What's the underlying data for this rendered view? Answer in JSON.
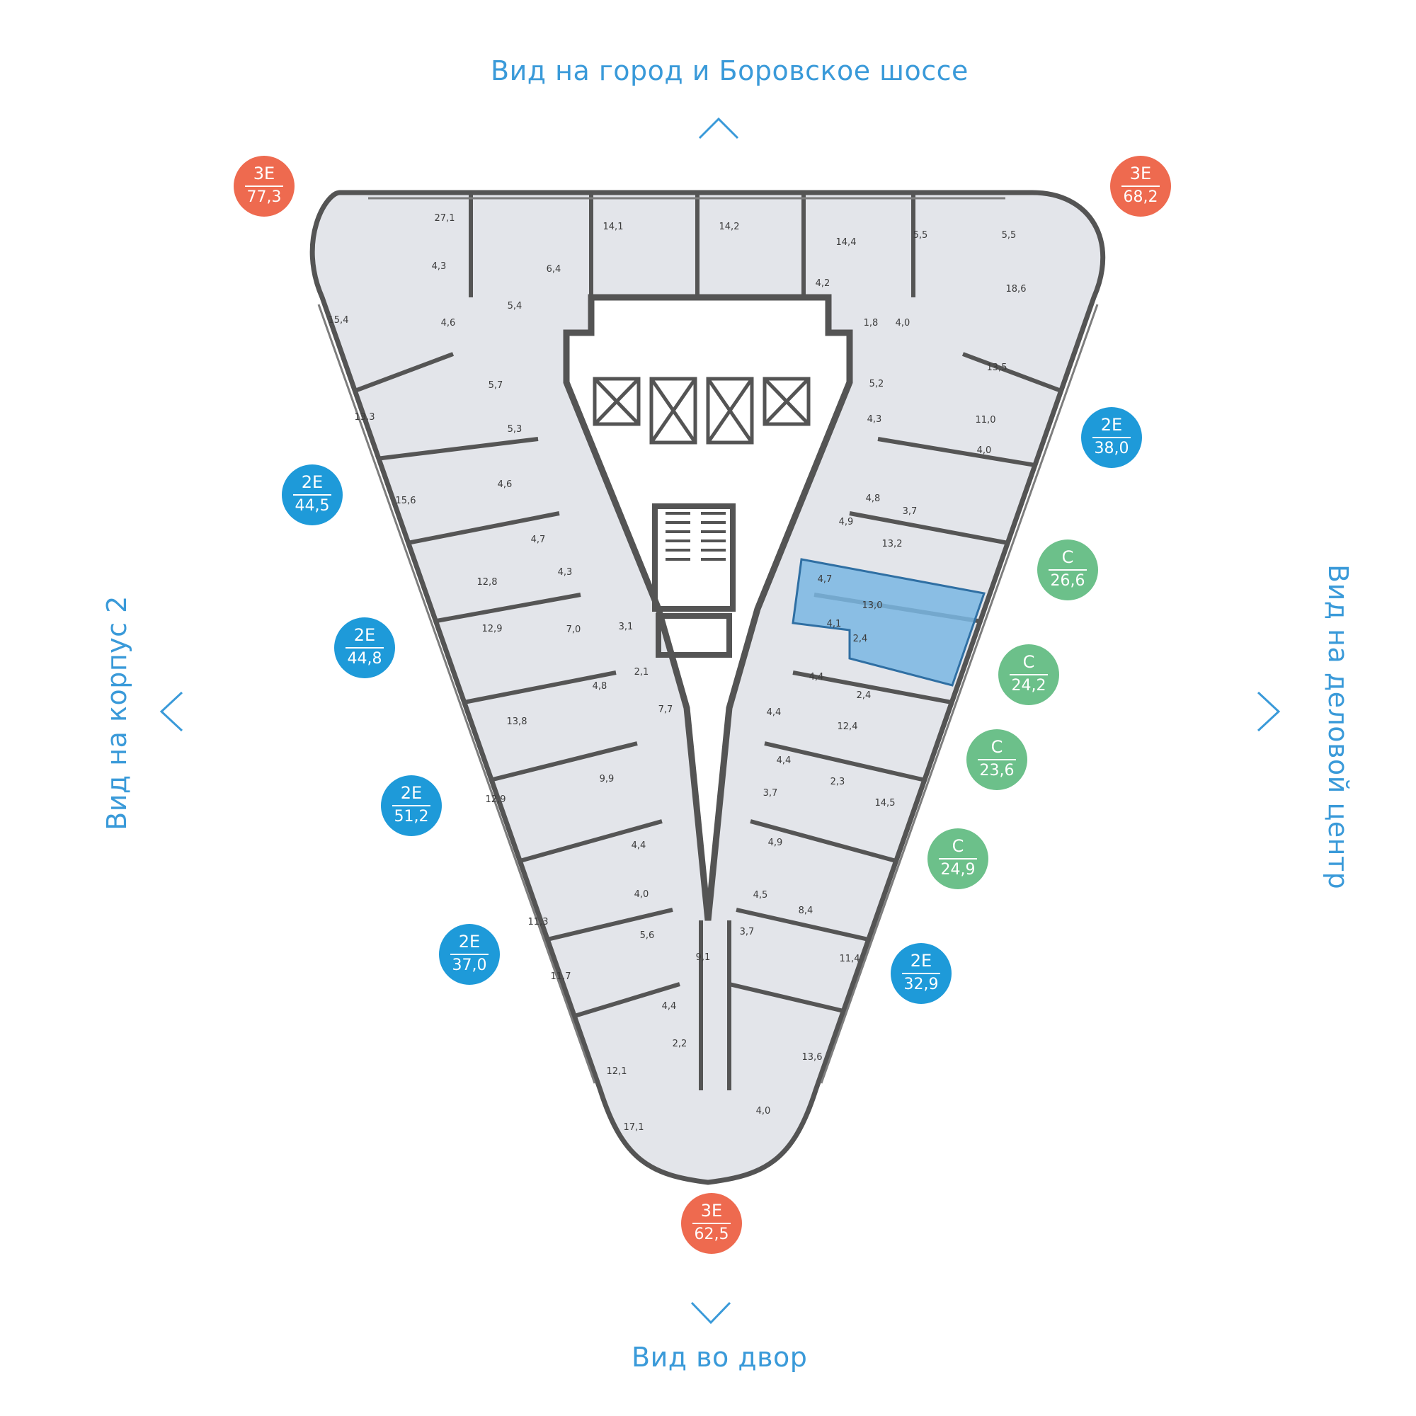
{
  "views": {
    "top": "Вид на город и Боровское шоссе",
    "bottom": "Вид во двор",
    "left": "Вид на корпус 2",
    "right": "Вид на деловой центр"
  },
  "colors": {
    "three_room": "#ee6a4f",
    "two_room": "#1e9ad9",
    "studio": "#6cc08a",
    "selected": "#7ab7e3",
    "floor": "#e3e5ea",
    "wall": "#545454",
    "accent_text": "#3a9ad9"
  },
  "icons": {
    "up": "chevron-up-icon",
    "down": "chevron-down-icon",
    "left": "chevron-left-icon",
    "right": "chevron-right-icon"
  },
  "badges": [
    {
      "type": "3Е",
      "area": "77,3",
      "color": "#ee6a4f"
    },
    {
      "type": "3Е",
      "area": "68,2",
      "color": "#ee6a4f"
    },
    {
      "type": "2Е",
      "area": "38,0",
      "color": "#1e9ad9"
    },
    {
      "type": "С",
      "area": "26,6",
      "color": "#6cc08a"
    },
    {
      "type": "С",
      "area": "24,2",
      "color": "#6cc08a"
    },
    {
      "type": "С",
      "area": "23,6",
      "color": "#6cc08a"
    },
    {
      "type": "С",
      "area": "24,9",
      "color": "#6cc08a"
    },
    {
      "type": "2Е",
      "area": "32,9",
      "color": "#1e9ad9"
    },
    {
      "type": "3Е",
      "area": "62,5",
      "color": "#ee6a4f"
    },
    {
      "type": "2Е",
      "area": "37,0",
      "color": "#1e9ad9"
    },
    {
      "type": "2Е",
      "area": "51,2",
      "color": "#1e9ad9"
    },
    {
      "type": "2Е",
      "area": "44,8",
      "color": "#1e9ad9"
    },
    {
      "type": "2Е",
      "area": "44,5",
      "color": "#1e9ad9"
    }
  ],
  "room_areas": [
    "27,1",
    "4,3",
    "6,4",
    "14,1",
    "14,2",
    "14,4",
    "4,2",
    "5,5",
    "5,5",
    "18,6",
    "15,4",
    "4,6",
    "5,4",
    "1,8",
    "4,0",
    "13,5",
    "5,7",
    "5,2",
    "13,3",
    "5,3",
    "4,3",
    "11,0",
    "4,6",
    "4,0",
    "4,8",
    "3,7",
    "15,6",
    "4,9",
    "13,2",
    "4,7",
    "12,8",
    "4,3",
    "4,7",
    "13,0",
    "12,9",
    "7,0",
    "3,1",
    "4,1",
    "2,4",
    "2,1",
    "4,8",
    "4,4",
    "2,4",
    "13,8",
    "7,7",
    "4,4",
    "12,4",
    "9,9",
    "4,4",
    "2,3",
    "12,9",
    "3,7",
    "14,5",
    "4,4",
    "4,9",
    "4,0",
    "4,5",
    "11,3",
    "5,6",
    "8,4",
    "3,7",
    "9,1",
    "11,7",
    "11,4",
    "4,4",
    "2,2",
    "13,6",
    "12,1",
    "4,0",
    "17,1"
  ]
}
